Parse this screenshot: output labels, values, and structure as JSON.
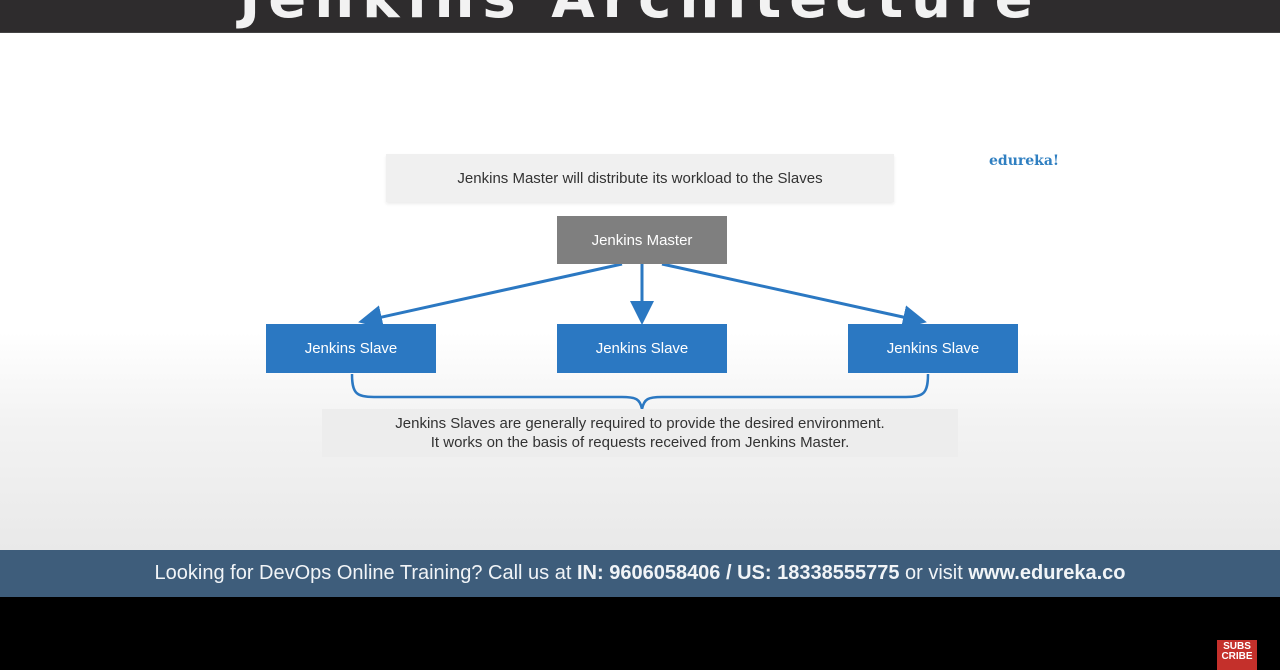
{
  "top_title": "Jenkins Architecture",
  "slide": {
    "header": "Jenkins Master will distribute its workload to the Slaves",
    "brand": "edureka!",
    "master_label": "Jenkins Master",
    "slaves": [
      "Jenkins Slave",
      "Jenkins Slave",
      "Jenkins Slave"
    ],
    "description_lines": [
      "Jenkins Slaves are generally required to provide the desired environment.",
      "It works on the basis of requests received from Jenkins Master."
    ],
    "colors": {
      "master": "#7f7f7f",
      "slave": "#2b78c2",
      "connector": "#2b78c2"
    }
  },
  "banner": {
    "prefix": "Looking for DevOps Online Training? Call us at ",
    "phones": "IN: 9606058406 / US: 18338555775",
    "middle": " or visit ",
    "site": "www.edureka.co",
    "color": "#3e5d7b"
  },
  "subscribe": {
    "line1": "SUBS",
    "line2": "CRIBE"
  }
}
